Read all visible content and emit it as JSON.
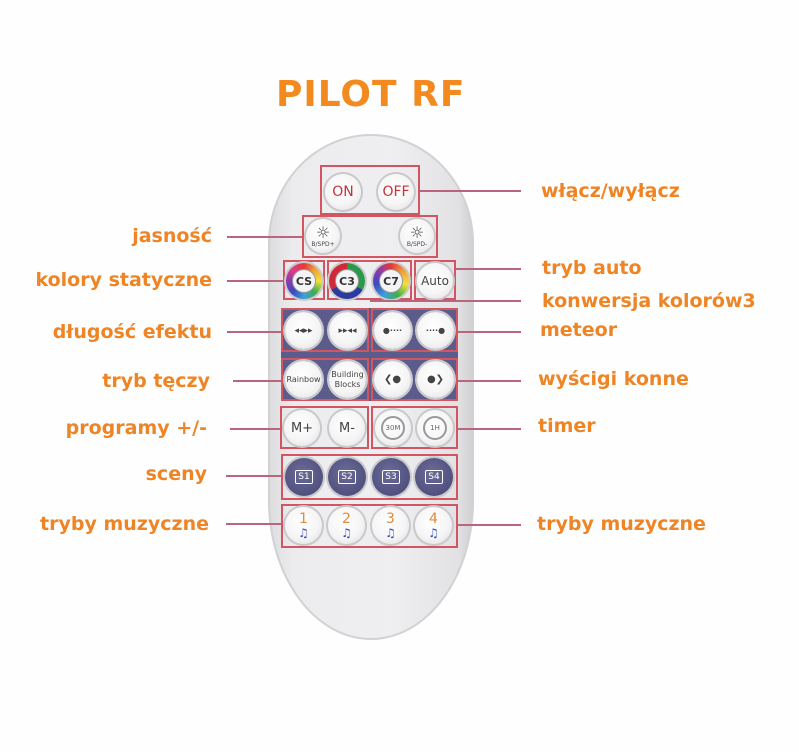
{
  "title": "PILOT RF",
  "colors": {
    "label": "#ef8424",
    "title": "#f28a1f",
    "box": "#d25562",
    "line": "#b9657d",
    "panel": "#5b5b8c"
  },
  "labels_left": {
    "brightness": "jasność",
    "static_colors": "kolory statyczne",
    "effect_length": "długość efektu",
    "rainbow_mode": "tryb tęczy",
    "programs": "programy +/-",
    "scenes": "sceny",
    "music_modes": "tryby muzyczne"
  },
  "labels_right": {
    "on_off": "włącz/wyłącz",
    "auto_mode": "tryb auto",
    "color_conversion": "konwersja kolorów3",
    "meteor": "meteor",
    "horse_race": "wyścigi konne",
    "timer": "timer",
    "music_modes": "tryby muzyczne"
  },
  "remote": {
    "on": "ON",
    "off": "OFF",
    "brightness_up": {
      "icon": "sun-plus-icon",
      "sub": "B/SPD+"
    },
    "brightness_down": {
      "icon": "sun-minus-icon",
      "sub": "B/SPD-"
    },
    "cs": "CS",
    "c3": "C3",
    "c7": "C7",
    "auto": "Auto",
    "effect_buttons": [
      "◂◂▸▸",
      "▸▸◂◂",
      "●····",
      "····●"
    ],
    "rainbow": "Rainbow",
    "building_blocks": "Building Blocks",
    "horse_left": "❮●",
    "horse_right": "●❯",
    "m_plus": "M+",
    "m_minus": "M-",
    "timer_30": "30M",
    "timer_1h": "1H",
    "scenes": [
      "S1",
      "S2",
      "S3",
      "S4"
    ],
    "music": [
      "1",
      "2",
      "3",
      "4"
    ],
    "music_icon": "♫"
  }
}
